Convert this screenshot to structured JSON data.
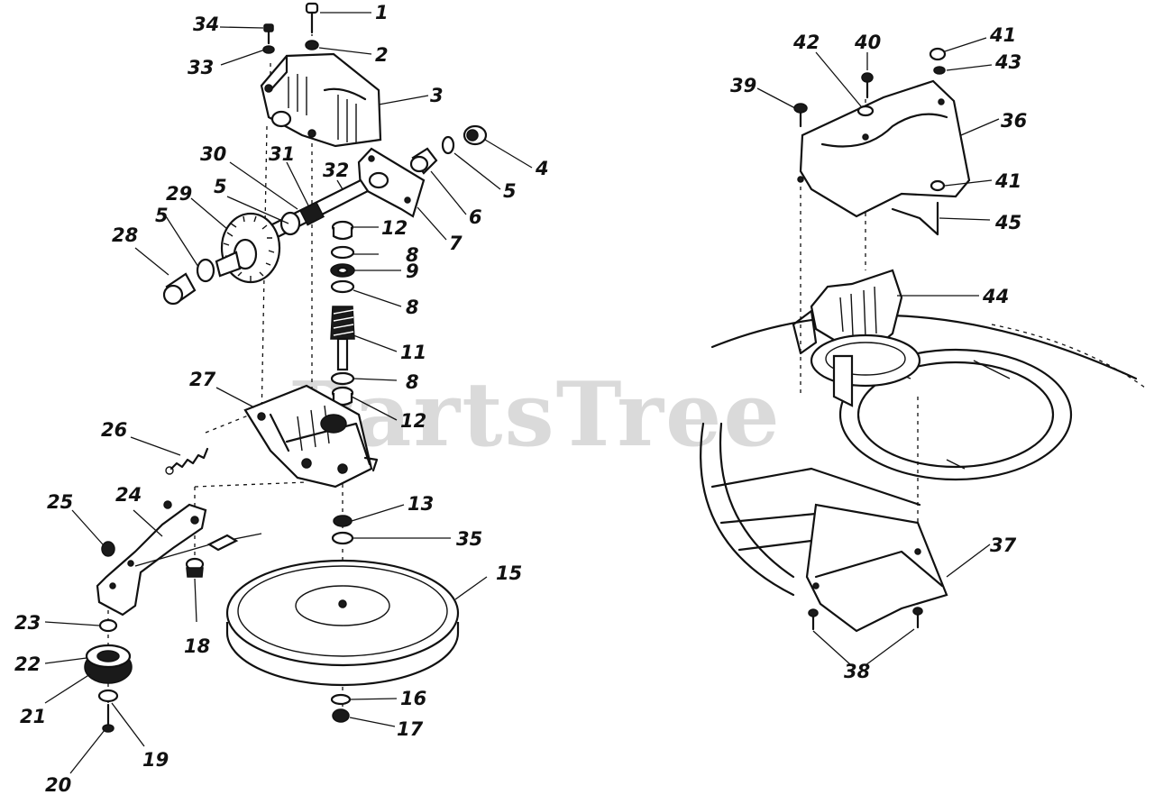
{
  "watermark": "PartsTree",
  "callouts": [
    "1",
    "2",
    "3",
    "4",
    "5",
    "5",
    "5",
    "6",
    "7",
    "8",
    "8",
    "8",
    "9",
    "11",
    "12",
    "12",
    "13",
    "15",
    "16",
    "17",
    "18",
    "19",
    "20",
    "21",
    "22",
    "23",
    "24",
    "25",
    "26",
    "27",
    "28",
    "29",
    "30",
    "31",
    "32",
    "33",
    "34",
    "35",
    "36",
    "37",
    "38",
    "39",
    "40",
    "41",
    "41",
    "42",
    "43",
    "44",
    "45"
  ]
}
